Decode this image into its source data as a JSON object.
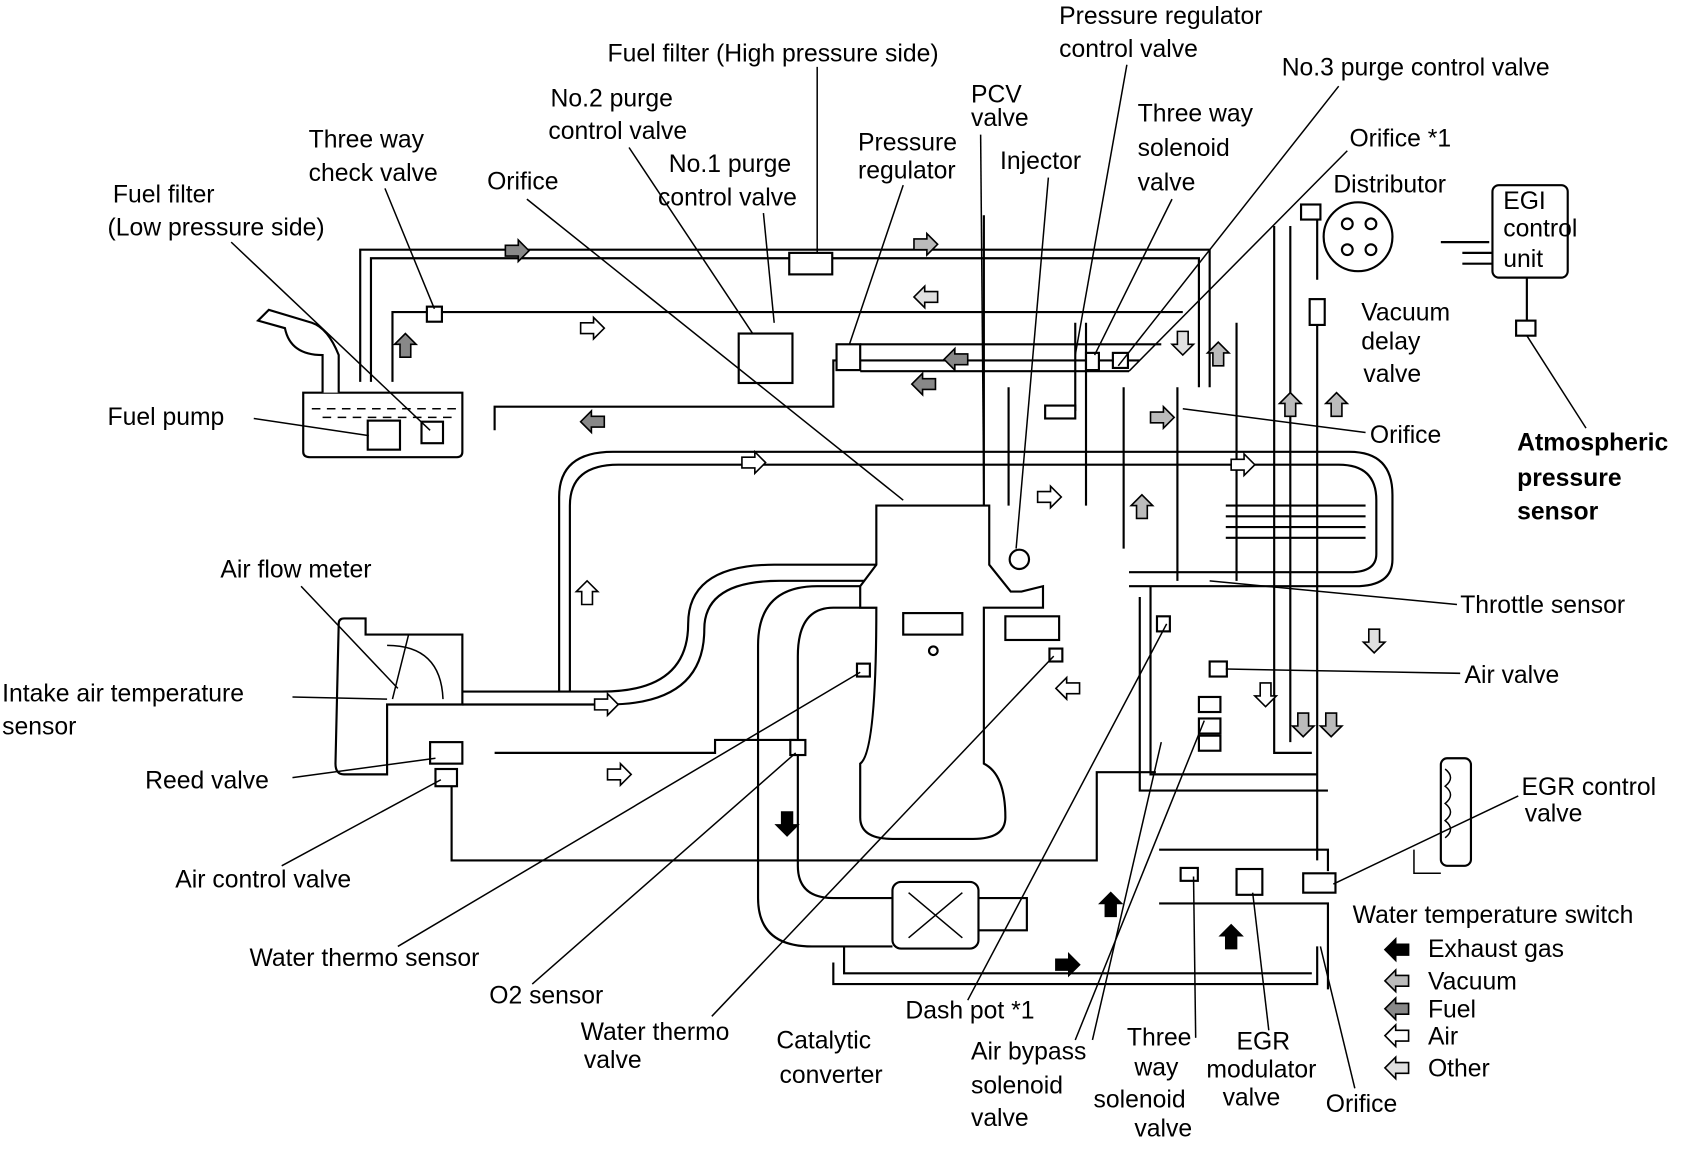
{
  "labels": {
    "pressure_regulator_control_valve": [
      "Pressure regulator",
      "control valve"
    ],
    "fuel_filter_high": "Fuel filter (High pressure side)",
    "no3_purge": "No.3 purge control valve",
    "pcv_valve": [
      "PCV",
      "valve"
    ],
    "no2_purge": [
      "No.2 purge",
      "control valve"
    ],
    "three_way_solenoid_top": [
      "Three way",
      "solenoid",
      "valve"
    ],
    "three_way_check": [
      "Three way",
      "check valve"
    ],
    "pressure_regulator": [
      "Pressure",
      "regulator"
    ],
    "injector": "Injector",
    "orifice_1_top": "Orifice *1",
    "no1_purge": [
      "No.1 purge",
      "control valve"
    ],
    "orifice_left": "Orifice",
    "distributor": "Distributor",
    "fuel_filter_low": [
      "Fuel filter",
      "(Low pressure side)"
    ],
    "egi_control_unit": [
      "EGI",
      "control",
      "unit"
    ],
    "vacuum_delay_valve": [
      "Vacuum",
      "delay",
      "valve"
    ],
    "fuel_pump": "Fuel pump",
    "orifice_right": "Orifice",
    "atmospheric_pressure_sensor": [
      "Atmospheric",
      "pressure",
      "sensor"
    ],
    "air_flow_meter": "Air flow meter",
    "throttle_sensor": "Throttle sensor",
    "intake_air_temp_sensor": [
      "Intake air temperature",
      "sensor"
    ],
    "air_valve": "Air valve",
    "reed_valve": "Reed valve",
    "egr_control_valve": [
      "EGR control",
      "valve"
    ],
    "air_control_valve": "Air control valve",
    "water_temperature_switch": "Water temperature switch",
    "water_thermo_sensor": "Water thermo sensor",
    "o2_sensor": "O2 sensor",
    "dash_pot": "Dash pot *1",
    "water_thermo_valve": [
      "Water thermo",
      "valve"
    ],
    "catalytic_converter": [
      "Catalytic",
      "converter"
    ],
    "air_bypass_solenoid": [
      "Air bypass",
      "solenoid",
      "valve"
    ],
    "three_way_solenoid_bottom": [
      "Three",
      "way",
      "solenoid",
      "valve"
    ],
    "egr_modulator_valve": [
      "EGR",
      "modulator",
      "valve"
    ],
    "orifice_bottom": "Orifice"
  },
  "legend": [
    {
      "label": "Exhaust gas",
      "style": "solid-black"
    },
    {
      "label": "Vacuum",
      "style": "diagonal-hatch"
    },
    {
      "label": "Fuel",
      "style": "vertical-hatch"
    },
    {
      "label": "Air",
      "style": "outline"
    },
    {
      "label": "Other",
      "style": "dotted"
    }
  ]
}
